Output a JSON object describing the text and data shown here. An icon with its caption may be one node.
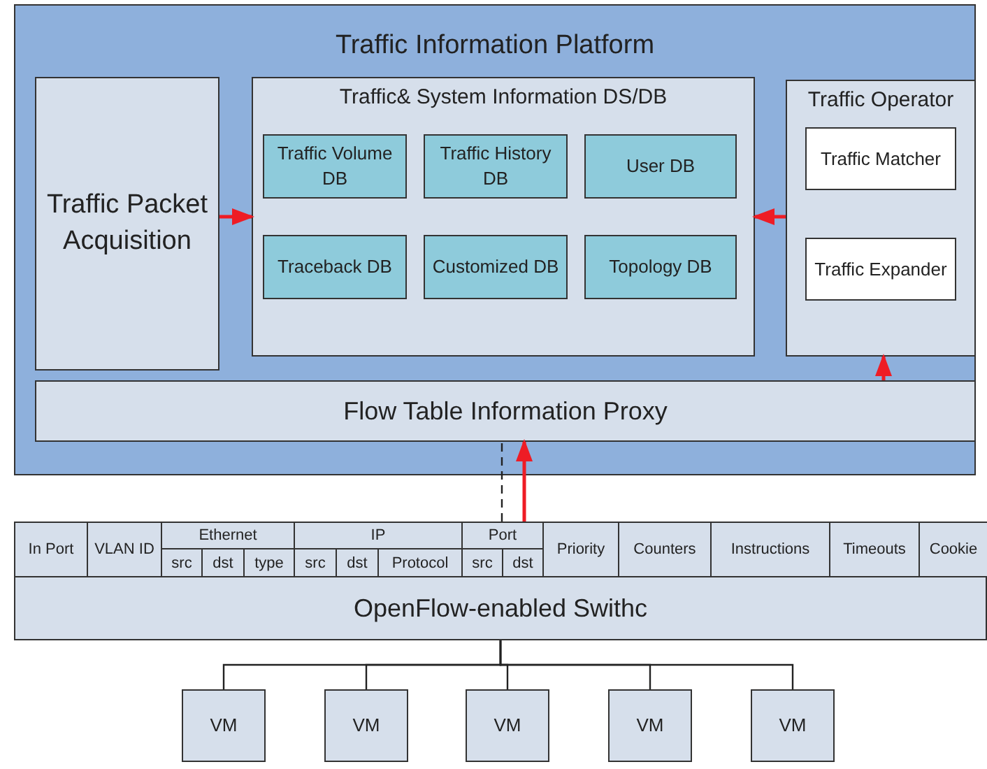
{
  "diagram": {
    "nodes": [
      {
        "text": [
          "Traffic Information Platform"
        ]
      },
      {
        "text": [
          "Traffic Packet Acquisition"
        ],
        "in": 0
      },
      {
        "text": [
          "Traffic& System Information DS/DB"
        ],
        "in": 0
      },
      {
        "text": [
          "Traffic Volume DB"
        ],
        "in": 2
      },
      {
        "text": [
          "Traffic History DB"
        ],
        "in": 2
      },
      {
        "text": [
          "User DB"
        ],
        "in": 2
      },
      {
        "text": [
          "Traceback DB"
        ],
        "in": 2
      },
      {
        "text": [
          "Customized DB"
        ],
        "in": 2
      },
      {
        "text": [
          "Topology DB"
        ],
        "in": 2
      },
      {
        "text": [
          "Traffic Operator"
        ],
        "in": 0
      },
      {
        "text": [
          "Traffic Matcher"
        ],
        "in": 9
      },
      {
        "text": [
          "Traffic Expander"
        ],
        "in": 9
      },
      {
        "text": [
          "Flow Table Information Proxy"
        ],
        "in": 0
      },
      {
        "text": [
          "OpenFlow-enabled Swithc"
        ]
      },
      {
        "text": [
          "VM"
        ]
      },
      {
        "text": [
          "VM"
        ]
      },
      {
        "text": [
          "VM"
        ]
      },
      {
        "text": [
          "VM"
        ]
      },
      {
        "text": [
          "VM"
        ]
      }
    ],
    "edges": [
      {
        "from": 1,
        "to": 2,
        "arrow": "to",
        "color": "#ee1c25"
      },
      {
        "from": 9,
        "to": 2,
        "arrow": "to",
        "color": "#ee1c25"
      },
      {
        "from": 12,
        "to": 9,
        "arrow": "to",
        "color": "#ee1c25"
      },
      {
        "from": 13,
        "to": 12,
        "arrow": "to",
        "color": "#ee1c25"
      },
      {
        "from": 13,
        "to": 12,
        "arrow": "none",
        "style": "dashed"
      },
      {
        "from": 13,
        "to": 14,
        "arrow": "none"
      },
      {
        "from": 13,
        "to": 15,
        "arrow": "none"
      },
      {
        "from": 13,
        "to": 16,
        "arrow": "none"
      },
      {
        "from": 13,
        "to": 17,
        "arrow": "none"
      },
      {
        "from": 13,
        "to": 18,
        "arrow": "none"
      }
    ],
    "labels": [
      "In Port",
      "VLAN ID",
      "Ethernet",
      "IP",
      "Port",
      "Priority",
      "Counters",
      "Instructions",
      "Timeouts",
      "Cookie",
      "src",
      "dst",
      "type",
      "src",
      "dst",
      "Protocol",
      "src",
      "dst"
    ]
  }
}
